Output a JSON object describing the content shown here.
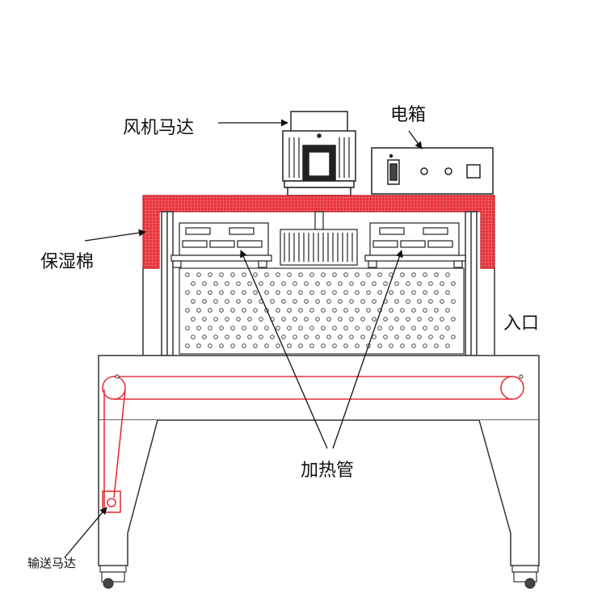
{
  "labels": {
    "fan_motor": "风机马达",
    "electric_box": "电箱",
    "insulation_cotton": "保湿棉",
    "entrance": "入口",
    "heating_tube": "加热管",
    "conveyor_motor": "输送马达"
  },
  "colors": {
    "insulation": "#e8323c",
    "conveyor": "#e8323c",
    "outline": "#333333",
    "background": "#ffffff"
  }
}
